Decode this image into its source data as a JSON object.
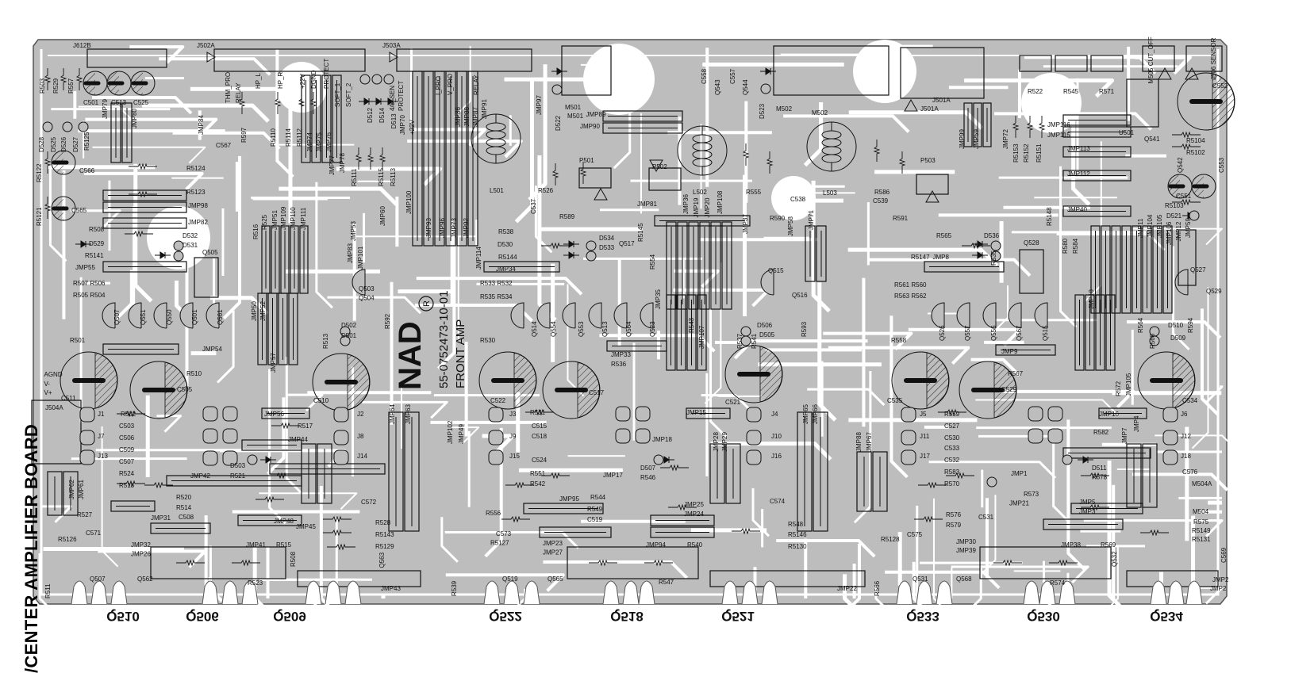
{
  "board_title": "/CENTER AMPLIFIER BOARD",
  "logo": {
    "brand": "NAD",
    "registered": "®"
  },
  "part_number": "55-0752473-10-01",
  "board_name": "FRONT AMP",
  "bottom_transistors": [
    "Q510",
    "Q506",
    "Q509",
    "Q522",
    "Q518",
    "Q521",
    "Q533",
    "Q530",
    "Q534"
  ],
  "connector_labels": [
    "J612B",
    "J502A",
    "J503A",
    "J501A",
    "M501",
    "M502",
    "M505 CUT_OFF",
    "J506 SENSOR",
    "J504A",
    "AGND",
    "V-",
    "V+"
  ],
  "signal_labels": [
    "THM_PRO",
    "RELAY",
    "HP_L",
    "HP_R",
    "+22V",
    "DGND",
    "PROTECT",
    "SOFT_1",
    "SOFT_2",
    "4/8_SEN",
    "PROTECT",
    "I_PRO",
    "V_PRO",
    "RELAY",
    "+22V"
  ],
  "component_labels": [
    "R503",
    "R529",
    "R557",
    "C501",
    "C513",
    "C525",
    "D528",
    "D525",
    "D526",
    "D527",
    "R5125",
    "C566",
    "R5122",
    "C565",
    "R5121",
    "JMP79",
    "JMP80",
    "JMP84",
    "C567",
    "R597",
    "R5124",
    "R5123",
    "JMP98",
    "JMP82",
    "R508",
    "D529",
    "R5141",
    "JMP55",
    "D532",
    "D531",
    "Q505",
    "R507 R506",
    "R505 R504",
    "Q507",
    "Q551",
    "Q550",
    "Q501",
    "Q561",
    "R501",
    "JMP54",
    "R510",
    "C511",
    "C505",
    "J1",
    "J7",
    "J13",
    "R502",
    "C503",
    "C506",
    "C509",
    "C507",
    "R524",
    "R518",
    "JMP62",
    "JMP61",
    "R527",
    "C571",
    "R5126",
    "R511",
    "JMP31",
    "R520",
    "R514",
    "C508",
    "JMP32",
    "JMP26",
    "Q507",
    "Q562",
    "R523",
    "JMP42",
    "D503",
    "R521",
    "JMP44",
    "JMP48",
    "JMP45",
    "JMP41",
    "R515",
    "R528",
    "R5143",
    "R5129",
    "C572",
    "JMP56",
    "R517",
    "C510",
    "J2",
    "J8",
    "J14",
    "JMP64",
    "JMP63",
    "JMP43",
    "R508",
    "Q563",
    "R5110",
    "R5114",
    "R5112",
    "JMP74",
    "JMP75",
    "JMP76",
    "JMP77",
    "JMP78",
    "D512",
    "D514",
    "D513",
    "R5111",
    "R5115",
    "R5113",
    "JMP60",
    "JMP83",
    "JMP101",
    "JMP53",
    "JMP50",
    "JMP52",
    "JMP57",
    "R513",
    "D502",
    "D501",
    "R592",
    "Q503",
    "Q504",
    "R516",
    "R525",
    "JMP51",
    "JMP109",
    "JMP110",
    "JMP111",
    "JMP70",
    "JMP100",
    "JMP93",
    "JMP96",
    "JMP73",
    "JMP92",
    "JMP86",
    "JMP88",
    "JMP87",
    "JMP91",
    "L501",
    "JMP97",
    "D522",
    "M501",
    "JMP89",
    "JMP90",
    "R526",
    "C537",
    "R589",
    "P501",
    "P502",
    "R538",
    "D530",
    "R5144",
    "JMP34",
    "D534",
    "D533",
    "Q517",
    "R5145",
    "JMP114",
    "R533 R532",
    "R535 R534",
    "Q514",
    "Q554",
    "Q553",
    "Q513",
    "Q564",
    "Q523",
    "R530",
    "JMP33",
    "R536",
    "C522",
    "C517",
    "J3",
    "J9",
    "J15",
    "R531",
    "C515",
    "C518",
    "C524",
    "R551",
    "R542",
    "JMP102",
    "JMP49",
    "R556",
    "C573",
    "R5127",
    "JMP23",
    "JMP27",
    "Q519",
    "Q565",
    "R547",
    "JMP95",
    "R549",
    "C519",
    "R544",
    "JMP17",
    "D507",
    "R546",
    "JMP18",
    "JMP25",
    "JMP24",
    "JMP94",
    "R540",
    "C558",
    "Q543",
    "C557",
    "Q544",
    "D523",
    "M502",
    "L502",
    "R555",
    "C538",
    "R590",
    "L503",
    "R586",
    "C539",
    "R591",
    "JMP81",
    "JMP36",
    "JMP19",
    "JMP20",
    "JMP108",
    "JMP37",
    "JMP58",
    "JMP71",
    "R554",
    "R543",
    "JMP107",
    "R537",
    "R541",
    "D506",
    "D505",
    "R593",
    "Q515",
    "Q516",
    "JMP35",
    "JMP15",
    "C521",
    "J4",
    "R539",
    "J10",
    "J16",
    "JMP28",
    "JMP29",
    "C574",
    "R548",
    "R5146",
    "R5130",
    "JMP65",
    "JMP66",
    "JMP22",
    "R566",
    "J501A",
    "P503",
    "JMP99",
    "JMP59",
    "JMP72",
    "R5153",
    "R5152",
    "R5151",
    "JMP116",
    "JMP115",
    "JMP113",
    "JMP112",
    "JMP40",
    "R5148",
    "R565",
    "D536",
    "R5147",
    "JMP8",
    "Q528",
    "R535",
    "R561 R560",
    "R563 R562",
    "Q526",
    "Q557",
    "Q556",
    "Q567",
    "Q515",
    "R558",
    "JMP9",
    "R567",
    "C535",
    "C529",
    "J5",
    "J11",
    "J17",
    "R559",
    "C527",
    "C530",
    "C533",
    "C532",
    "R583",
    "R570",
    "JMP1",
    "R573",
    "JMP21",
    "R576",
    "R579",
    "C531",
    "C575",
    "R5128",
    "JMP88",
    "JMP67",
    "Q531",
    "Q568",
    "JMP30",
    "JMP39",
    "R574",
    "JMP38",
    "R569",
    "JMP2",
    "Q532",
    "R522",
    "R545",
    "R571",
    "U501",
    "Q541",
    "C552",
    "R5104",
    "R5102",
    "Q542",
    "C553",
    "C551",
    "R5103",
    "D521",
    "R580",
    "R584",
    "JMP11",
    "JMP104",
    "JMP105",
    "JMP106",
    "JMP12",
    "JMP59",
    "Q527",
    "Q529",
    "JMP10",
    "R594",
    "D510",
    "D509",
    "R564",
    "R568",
    "R572",
    "JMP105",
    "C534",
    "JMP16",
    "R582",
    "J6",
    "J12",
    "J18",
    "JMP7",
    "JMP4",
    "D511",
    "R578",
    "C576",
    "M504A",
    "M504",
    "JMP5",
    "JMP3",
    "R575",
    "R5149",
    "R5131",
    "C569",
    "JMP2"
  ],
  "colors": {
    "board": "#bdbdbd",
    "trace": "#ffffff",
    "ink": "#111111"
  }
}
